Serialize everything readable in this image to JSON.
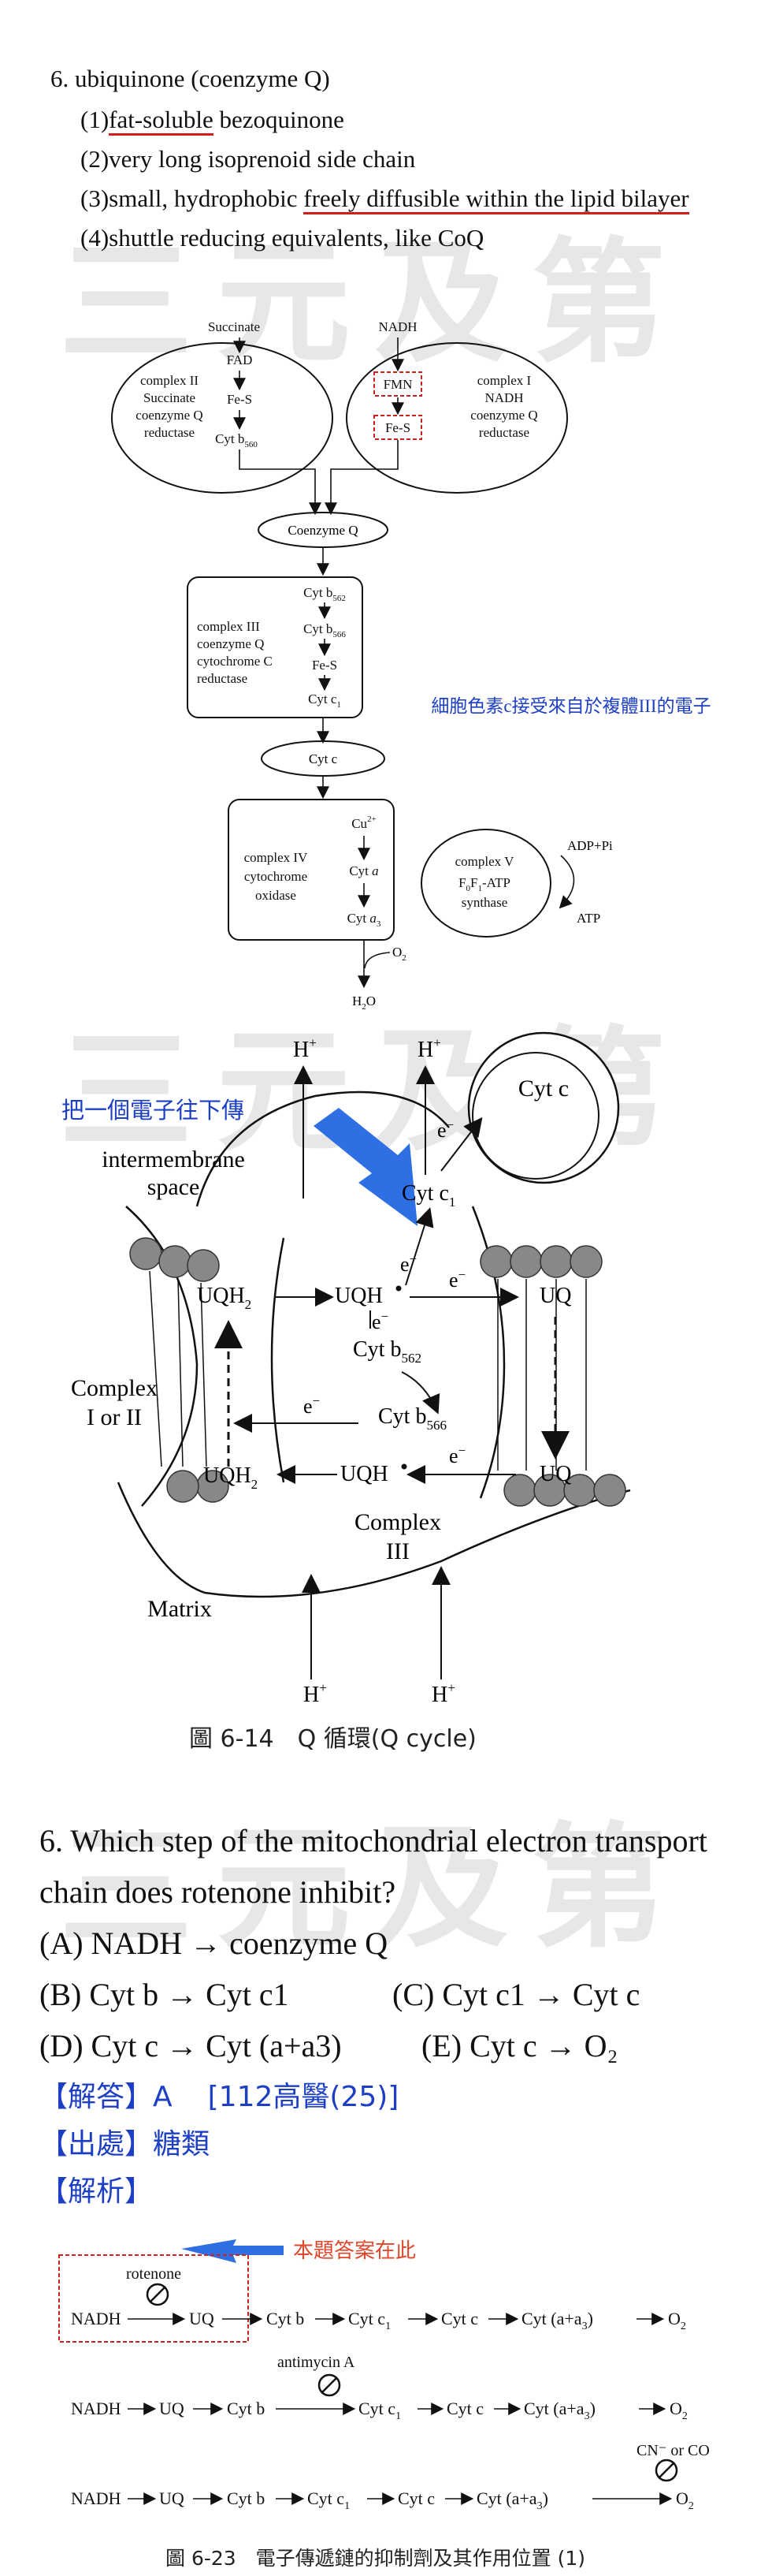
{
  "watermark": [
    "三",
    "元",
    "及",
    "第"
  ],
  "section1": {
    "heading": "6. ubiquinone (coenzyme Q)",
    "items": [
      {
        "num": "(1)",
        "underlined": "fat-soluble",
        "rest": " bezoquinone"
      },
      {
        "num": "(2)",
        "text": "very long isoprenoid side chain"
      },
      {
        "num": "(3)",
        "pre": "small, hydrophobic ",
        "underlined": "freely diffusible within the lipid bilayer"
      },
      {
        "num": "(4)",
        "text": "shuttle reducing equivalents, like CoQ"
      }
    ]
  },
  "etc_diagram": {
    "succinate": "Succinate",
    "nadh": "NADH",
    "complex2": [
      "complex II",
      "Succinate",
      "coenzyme Q",
      "reductase"
    ],
    "complex2_chain": [
      "FAD",
      "Fe-S",
      "Cyt b"
    ],
    "complex2_sub": "560",
    "complex1": [
      "complex I",
      "NADH",
      "coenzyme Q",
      "reductase"
    ],
    "complex1_chain": [
      "FMN",
      "Fe-S"
    ],
    "coenzyme_q": "Coenzyme Q",
    "complex3": [
      "complex III",
      "coenzyme Q",
      "cytochrome C",
      "reductase"
    ],
    "complex3_chain": [
      "Cyt b",
      "Cyt b",
      "Fe-S",
      "Cyt c"
    ],
    "complex3_subs": [
      "562",
      "566",
      "",
      "1"
    ],
    "note": "細胞色素c接受來自於複體III的電子",
    "cytc": "Cyt c",
    "complex4": [
      "complex IV",
      "cytochrome",
      "oxidase"
    ],
    "complex4_chain": [
      "Cu",
      "Cyt ",
      "Cyt "
    ],
    "complex4_sup": "2+",
    "complex4_italic": [
      "a",
      "a"
    ],
    "complex4_sub": "3",
    "o2": "O",
    "o2_sub": "2",
    "h2o_a": "H",
    "h2o_sub": "2",
    "h2o_b": "O",
    "complex5": [
      "complex V",
      "F",
      "F",
      "-ATP",
      "synthase"
    ],
    "complex5_subs": [
      "0",
      "1"
    ],
    "adp": "ADP+Pi",
    "atp": "ATP"
  },
  "qcycle": {
    "annotation": "把一個電子往下傳",
    "h_plus": "H",
    "plus": "+",
    "intermembrane": [
      "intermembrane",
      "space"
    ],
    "cytc": "Cyt c",
    "cytc1": "Cyt c",
    "sub1": "1",
    "uqh2": "UQH",
    "two": "2",
    "uqh_dot": "UQH",
    "uq": "UQ",
    "e_minus": "e",
    "minus": "−",
    "cytb562": "Cyt b",
    "sub562": "562",
    "cytb566": "Cyt b",
    "sub566": "566",
    "complex12": [
      "Complex",
      "I or II"
    ],
    "complex3": [
      "Complex",
      "III"
    ],
    "matrix": "Matrix",
    "caption": "圖 6-14　Q 循環(Q cycle)"
  },
  "question": {
    "stem": [
      "6. Which step of the mitochondrial electron transport",
      "chain does rotenone inhibit?"
    ],
    "options": [
      "(A) NADH → coenzyme Q",
      "(B) Cyt b → Cyt c1",
      "(C) Cyt c1 → Cyt c",
      "(D) Cyt c → Cyt (a+a3)",
      "(E) Cyt c → O₂"
    ],
    "answer_label": "【解答】A",
    "answer_source": "[112高醫(25)]",
    "source_label": "【出處】糖類",
    "analysis_label": "【解析】"
  },
  "inhibitor_diagram": {
    "callout": "本題答案在此",
    "rotenone": "rotenone",
    "antimycin": "antimycin A",
    "cyanide": "CN⁻ or CO",
    "nodes": [
      "NADH",
      "UQ",
      "Cyt b",
      "Cyt c",
      "Cyt c",
      "Cyt (a+a",
      "O"
    ],
    "sub_c1": "1",
    "sub_a3": "3",
    "close": ")",
    "sub_o2": "2",
    "caption": "圖 6-23　電子傳遞鏈的抑制劑及其作用位置 (1)"
  },
  "colors": {
    "red": "#d0201b",
    "blue": "#1d3fc4",
    "callout_orange": "#e0462a",
    "arrow_blue": "#2f6fe4"
  }
}
